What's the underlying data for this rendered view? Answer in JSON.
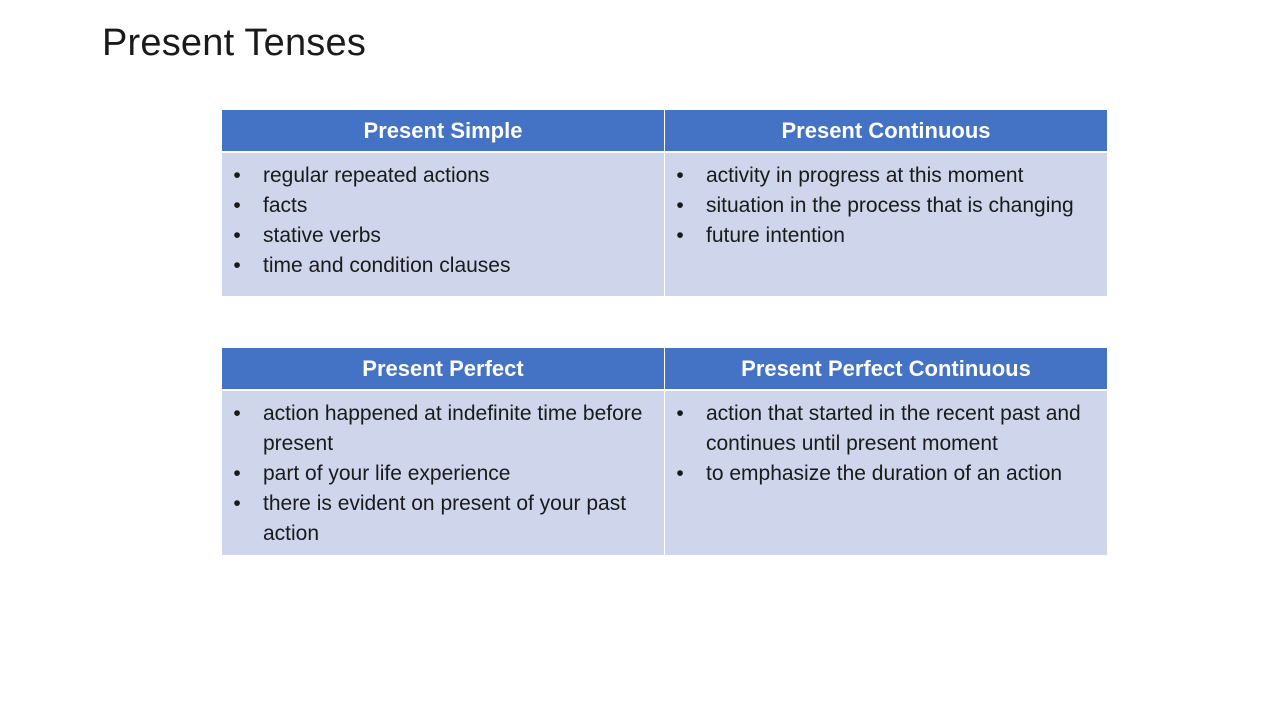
{
  "slide": {
    "title": "Present Tenses"
  },
  "tables": [
    {
      "columns": [
        {
          "header": "Present Simple",
          "items": [
            "regular repeated actions",
            "facts",
            "stative verbs",
            "time and condition clauses"
          ]
        },
        {
          "header": "Present Continuous",
          "items": [
            "activity in progress at this moment",
            "situation in the process that is changing",
            "future intention"
          ]
        }
      ]
    },
    {
      "columns": [
        {
          "header": "Present Perfect",
          "items": [
            "action happened at indefinite time before present",
            "part of your life experience",
            "there is evident on present of your past action"
          ]
        },
        {
          "header": "Present Perfect Continuous",
          "items": [
            "action that started in the recent past and continues until present moment",
            "to emphasize the duration of an action"
          ]
        }
      ]
    }
  ],
  "colors": {
    "header_bg": "#4472c4",
    "cell_bg": "#cfd5ea",
    "header_text": "#ffffff",
    "body_text": "#1a1a1a"
  }
}
